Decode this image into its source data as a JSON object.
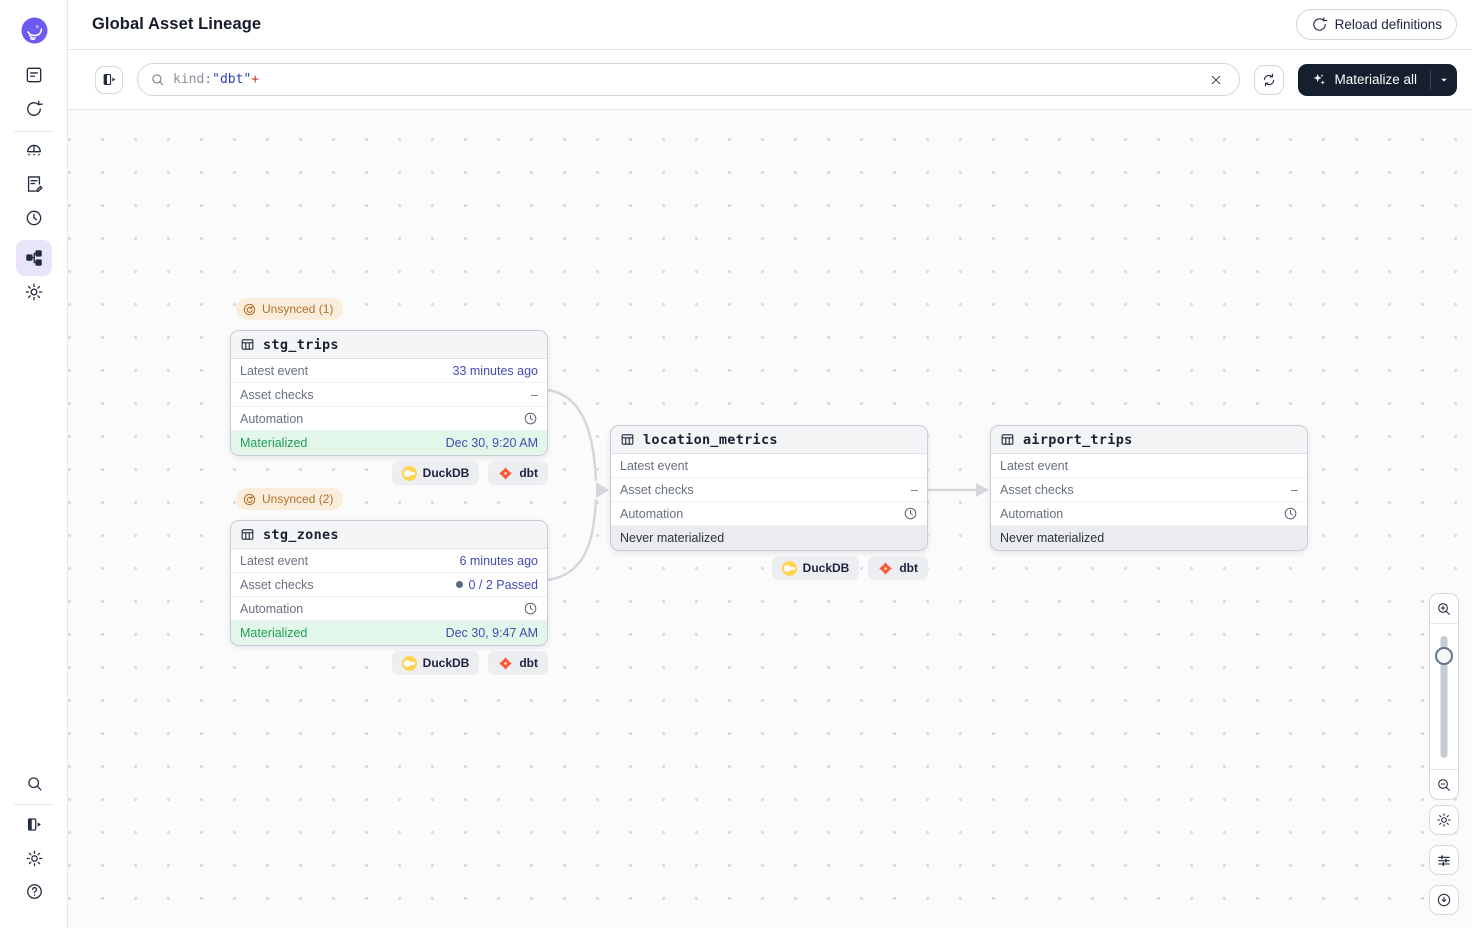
{
  "app": {
    "title": "Global Asset Lineage"
  },
  "header": {
    "reload_definitions": "Reload definitions"
  },
  "toolbar": {
    "search": {
      "token_key": "kind:",
      "token_value": "\"dbt\"",
      "token_plus": "+"
    },
    "materialize_all": "Materialize all"
  },
  "labels": {
    "latest_event": "Latest event",
    "asset_checks": "Asset checks",
    "automation": "Automation"
  },
  "tags": {
    "duckdb": "DuckDB",
    "dbt": "dbt"
  },
  "nodes": [
    {
      "name": "stg_trips",
      "badge": "Unsynced (1)",
      "latest_event": "33 minutes ago",
      "asset_checks": "–",
      "status": "Materialized",
      "status_time": "Dec 30, 9:20 AM"
    },
    {
      "name": "stg_zones",
      "badge": "Unsynced (2)",
      "latest_event": "6 minutes ago",
      "asset_checks": "0 / 2 Passed",
      "status": "Materialized",
      "status_time": "Dec 30, 9:47 AM"
    },
    {
      "name": "location_metrics",
      "latest_event": "",
      "asset_checks": "–",
      "status": "Never materialized",
      "status_time": ""
    },
    {
      "name": "airport_trips",
      "latest_event": "",
      "asset_checks": "–",
      "status": "Never materialized",
      "status_time": ""
    }
  ],
  "sidebar": {
    "top_icons": [
      "dagster-logo",
      "overview-icon",
      "runs-icon",
      "catalog-icon",
      "jobs-icon",
      "schedules-icon",
      "lineage-icon",
      "settings-icon"
    ],
    "bottom_icons": [
      "search-icon",
      "panel-expand-icon",
      "settings-gear-icon",
      "help-icon"
    ],
    "active_item": "lineage"
  },
  "canvas_controls": [
    "zoom-in-icon",
    "zoom-slider",
    "zoom-out-icon",
    "gear-icon",
    "filters-icon",
    "recenter-icon"
  ],
  "colors": {
    "accent_purple": "#6c5bf2",
    "active_nav_bg": "#e8e4f9",
    "materialized_green": "#1e9e58",
    "materialized_bg": "#e3f6ea",
    "link_indigo": "#444bb0",
    "unsynced_orange": "#b0702c",
    "unsynced_bg": "#fbeddb",
    "dbt_orange": "#ff5633",
    "duckdb_yellow": "#ffd34f",
    "dark_button": "#161f2e",
    "edge_gray": "#d5d7dd"
  }
}
